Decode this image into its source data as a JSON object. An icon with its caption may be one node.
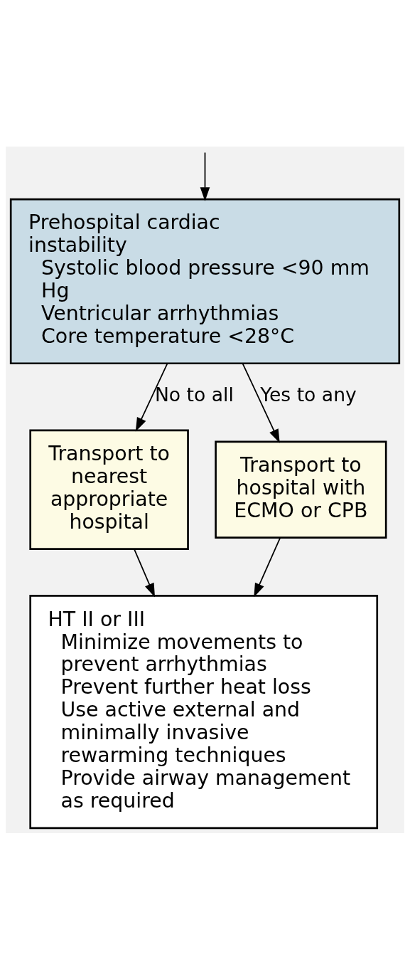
{
  "diagram": {
    "nodes": [
      {
        "text": [
          "Prehospital cardiac instability",
          "Systolic blood pressure <90 mm Hg",
          "Ventricular arrhythmias",
          "Core temperature <28°C"
        ]
      },
      {
        "text": [
          "Transport to nearest appropriate hospital"
        ]
      },
      {
        "text": [
          "Transport to hospital with ECMO or CPB"
        ]
      },
      {
        "text": [
          "HT II or III",
          "Minimize movements to prevent arrhythmias",
          "Prevent further heat loss",
          "Use active external and minimally invasive rewarming techniques",
          "Provide airway management as required"
        ]
      }
    ],
    "edges": [
      {
        "from": null,
        "to": 0,
        "arrow": "to"
      },
      {
        "from": 0,
        "to": 1,
        "arrow": "to",
        "label": "No to all"
      },
      {
        "from": 0,
        "to": 2,
        "arrow": "to",
        "label": "Yes to any"
      },
      {
        "from": 1,
        "to": 3,
        "arrow": "to"
      },
      {
        "from": 2,
        "to": 3,
        "arrow": "to"
      }
    ]
  }
}
